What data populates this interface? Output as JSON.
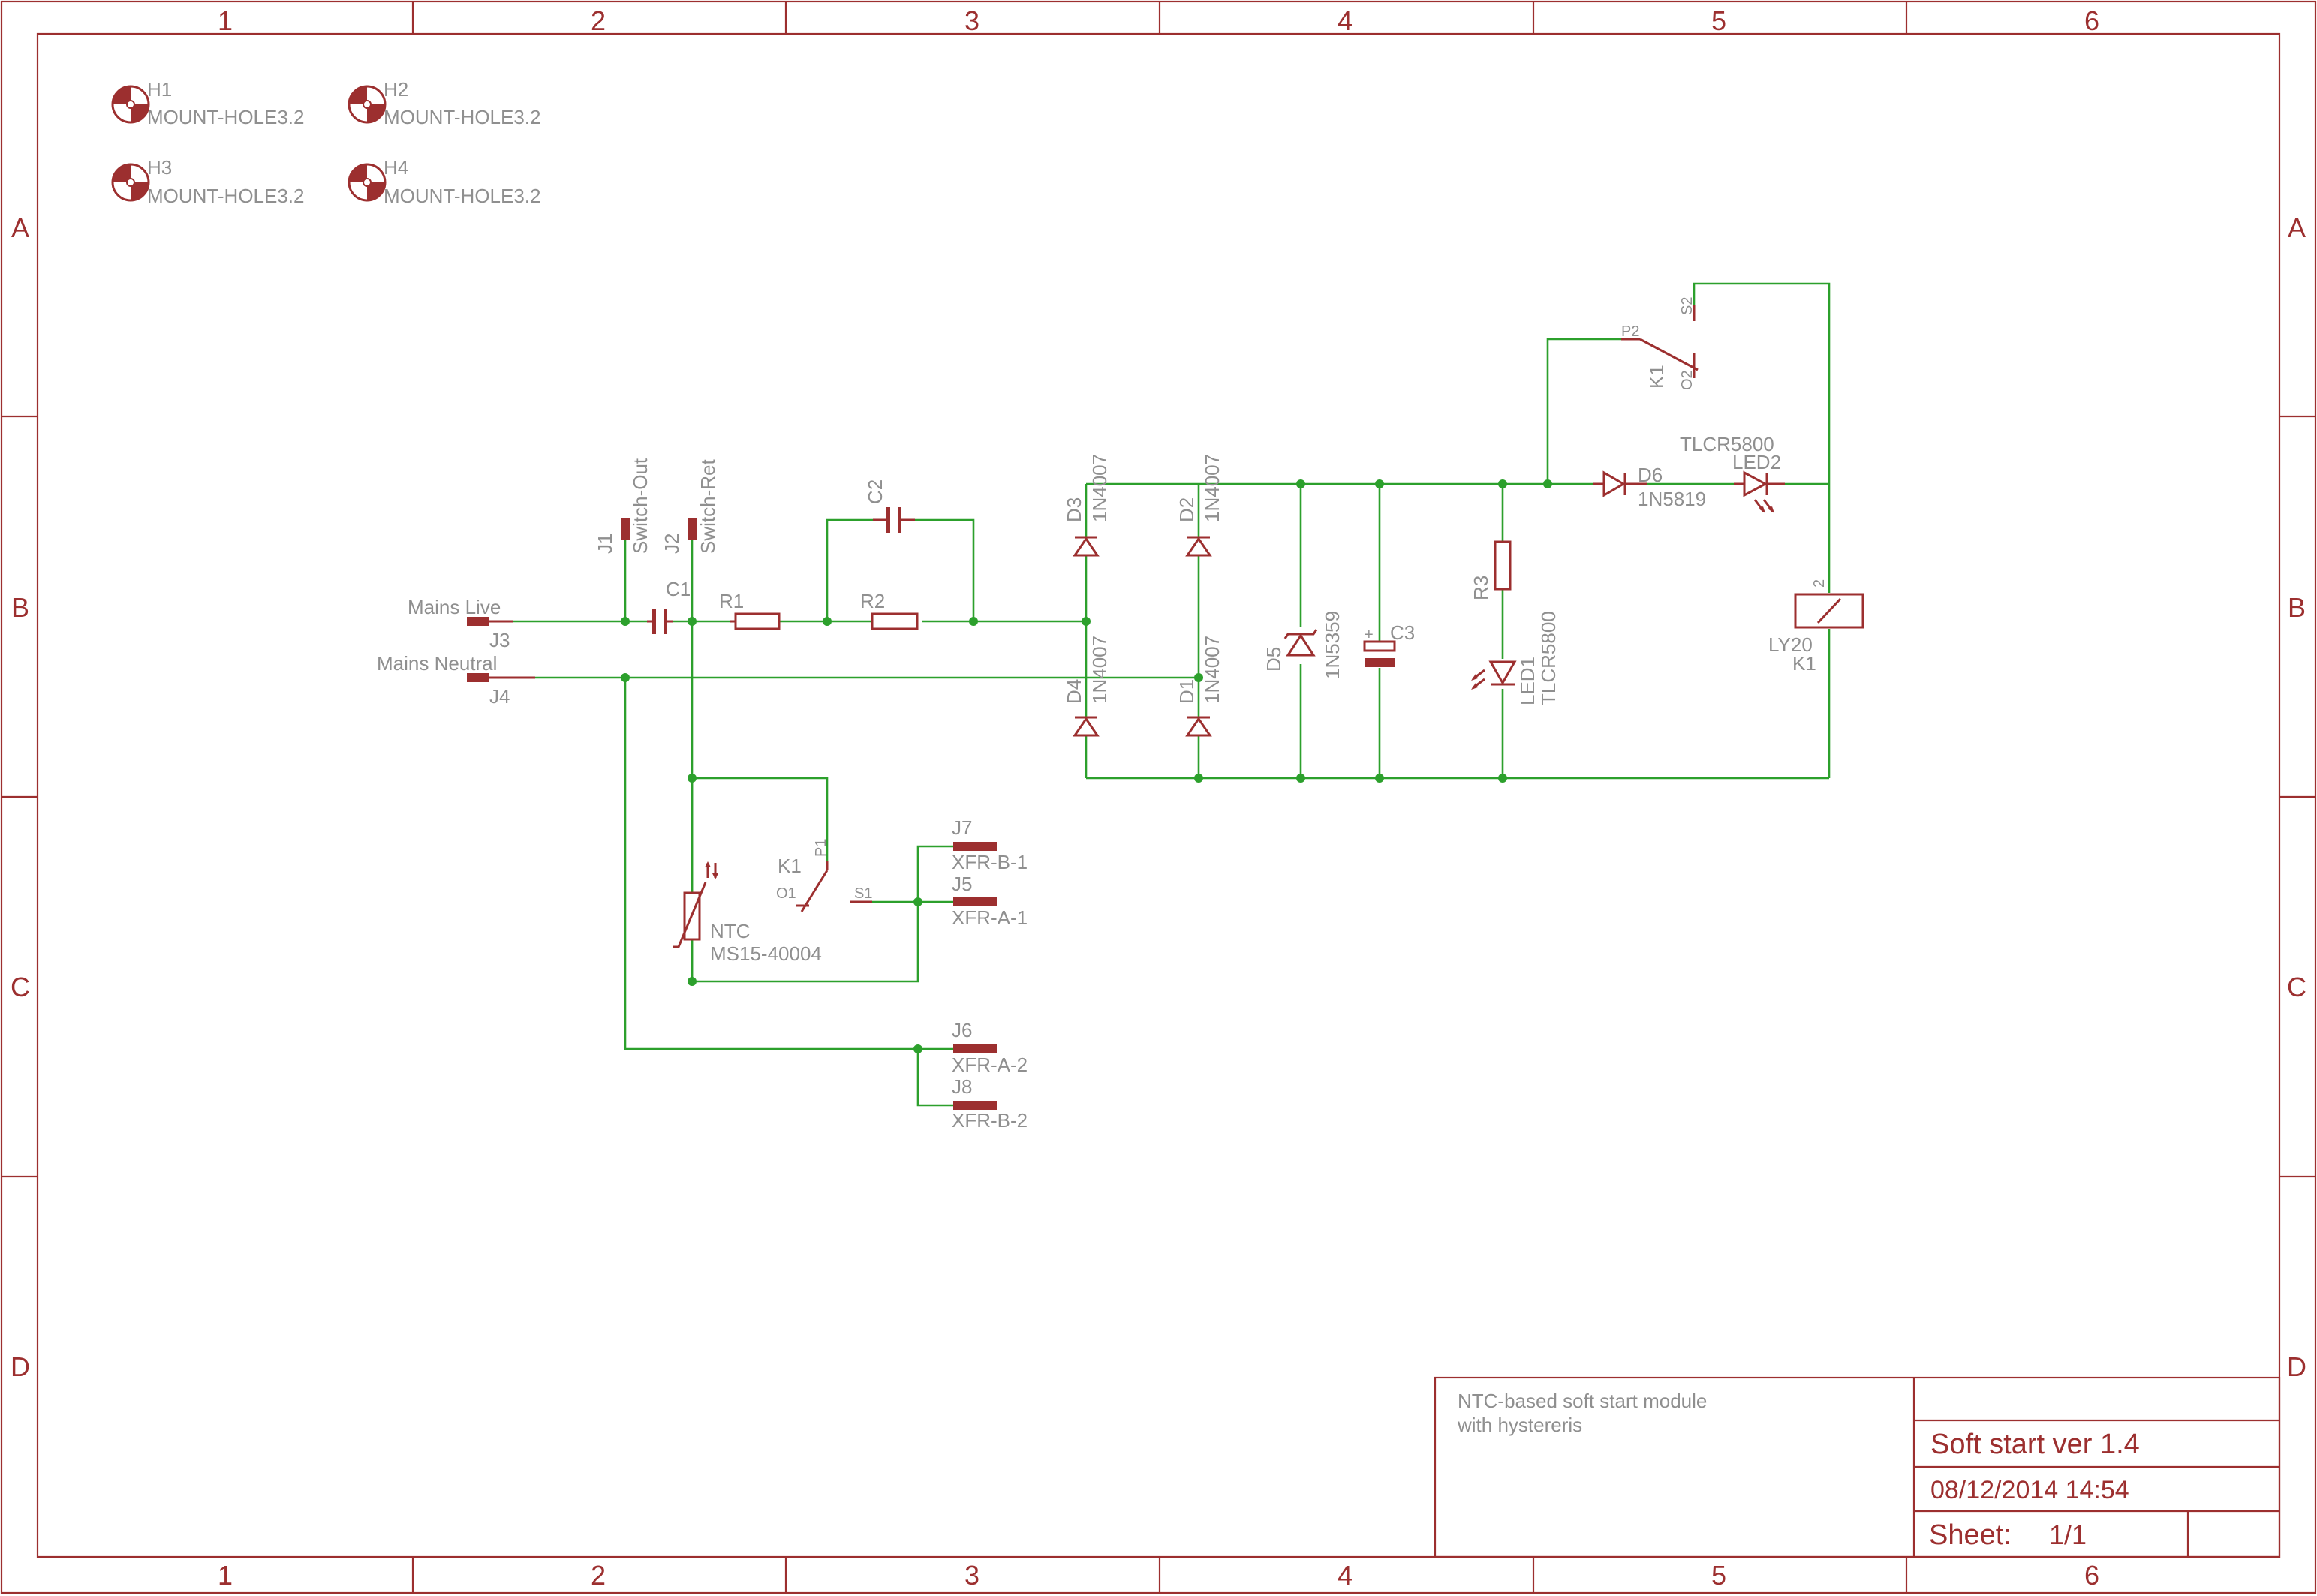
{
  "colors": {
    "frame": "#9c2f2f",
    "wire": "#2ca02c",
    "label": "#8f8f8f",
    "background": "#ffffff"
  },
  "grid": {
    "columns": [
      "1",
      "2",
      "3",
      "4",
      "5",
      "6"
    ],
    "rows": [
      "A",
      "B",
      "C",
      "D"
    ]
  },
  "mount_holes": [
    {
      "ref": "H1",
      "value": "MOUNT-HOLE3.2"
    },
    {
      "ref": "H2",
      "value": "MOUNT-HOLE3.2"
    },
    {
      "ref": "H3",
      "value": "MOUNT-HOLE3.2"
    },
    {
      "ref": "H4",
      "value": "MOUNT-HOLE3.2"
    }
  ],
  "components": {
    "j1": {
      "ref": "J1",
      "value": "Switch-Out"
    },
    "j2": {
      "ref": "J2",
      "value": "Switch-Ret"
    },
    "j3": {
      "ref": "J3",
      "net": "Mains Live"
    },
    "j4": {
      "ref": "J4",
      "net": "Mains Neutral"
    },
    "j5": {
      "ref": "J5",
      "value": "XFR-A-1"
    },
    "j6": {
      "ref": "J6",
      "value": "XFR-A-2"
    },
    "j7": {
      "ref": "J7",
      "value": "XFR-B-1"
    },
    "j8": {
      "ref": "J8",
      "value": "XFR-B-2"
    },
    "c1": {
      "ref": "C1"
    },
    "c2": {
      "ref": "C2"
    },
    "c3": {
      "ref": "C3",
      "plus": "+"
    },
    "r1": {
      "ref": "R1"
    },
    "r2": {
      "ref": "R2"
    },
    "r3": {
      "ref": "R3"
    },
    "d1": {
      "ref": "D1",
      "value": "1N4007"
    },
    "d2": {
      "ref": "D2",
      "value": "1N4007"
    },
    "d3": {
      "ref": "D3",
      "value": "1N4007"
    },
    "d4": {
      "ref": "D4",
      "value": "1N4007"
    },
    "d5": {
      "ref": "D5",
      "value": "1N5359"
    },
    "d6": {
      "ref": "D6",
      "value": "1N5819"
    },
    "led1": {
      "ref": "LED1",
      "value": "TLCR5800"
    },
    "led2": {
      "ref": "LED2",
      "value": "TLCR5800"
    },
    "ntc": {
      "ref": "NTC",
      "value": "MS15-40004"
    },
    "k1_coil": {
      "ref": "K1",
      "value": "LY20",
      "pin": "2"
    },
    "k1_switch1": {
      "ref": "K1",
      "pin_p": "P1",
      "pin_o": "O1",
      "pin_s": "S1"
    },
    "k1_switch2": {
      "ref": "K1",
      "pin_p": "P2",
      "pin_o": "O2",
      "pin_s": "S2"
    }
  },
  "title_block": {
    "description_line1": "NTC-based soft start module",
    "description_line2": "with hystereris",
    "title": "Soft start ver 1.4",
    "date": "08/12/2014 14:54",
    "sheet_label": "Sheet:",
    "sheet_value": "1/1"
  }
}
